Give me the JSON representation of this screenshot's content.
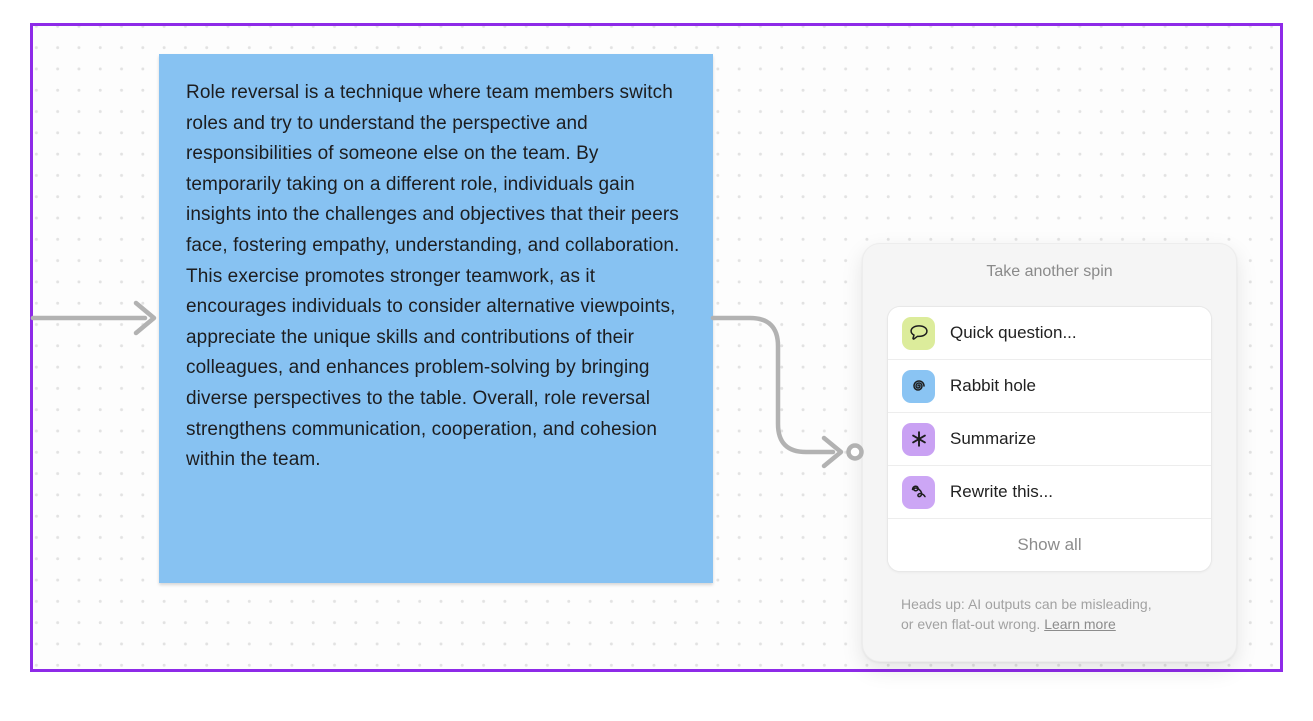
{
  "canvas": {
    "border_color": "#8e2ae8",
    "dot_color": "#e2e2e2"
  },
  "note": {
    "text": "Role reversal is a technique where team members switch roles and try to understand the perspective and responsibilities of someone else on the team. By temporarily taking on a different role, individuals gain insights into the challenges and objectives that their peers face, fostering empathy, understanding, and collaboration. This exercise promotes stronger teamwork, as it encourages individuals to consider alternative viewpoints, appreciate the unique skills and contributions of their colleagues, and enhances problem-solving by bringing diverse perspectives to the table. Overall, role reversal strengthens communication, cooperation, and cohesion within the team.",
    "background": "#87c2f2"
  },
  "connector": {
    "color": "#b2b2b2"
  },
  "ai_menu": {
    "title": "Take another spin",
    "items": [
      {
        "label": "Quick question...",
        "icon": "speech-bubble-icon",
        "icon_bg": "#dcec9b"
      },
      {
        "label": "Rabbit hole",
        "icon": "spiral-icon",
        "icon_bg": "#8ac4f3"
      },
      {
        "label": "Summarize",
        "icon": "asterisk-icon",
        "icon_bg": "#c9a1f3"
      },
      {
        "label": "Rewrite this...",
        "icon": "squiggle-icon",
        "icon_bg": "#cca6f5"
      }
    ],
    "show_all_label": "Show all",
    "disclaimer_line1": "Heads up: AI outputs can be misleading,",
    "disclaimer_line2": "or even flat-out wrong.",
    "learn_more_label": "Learn more"
  }
}
